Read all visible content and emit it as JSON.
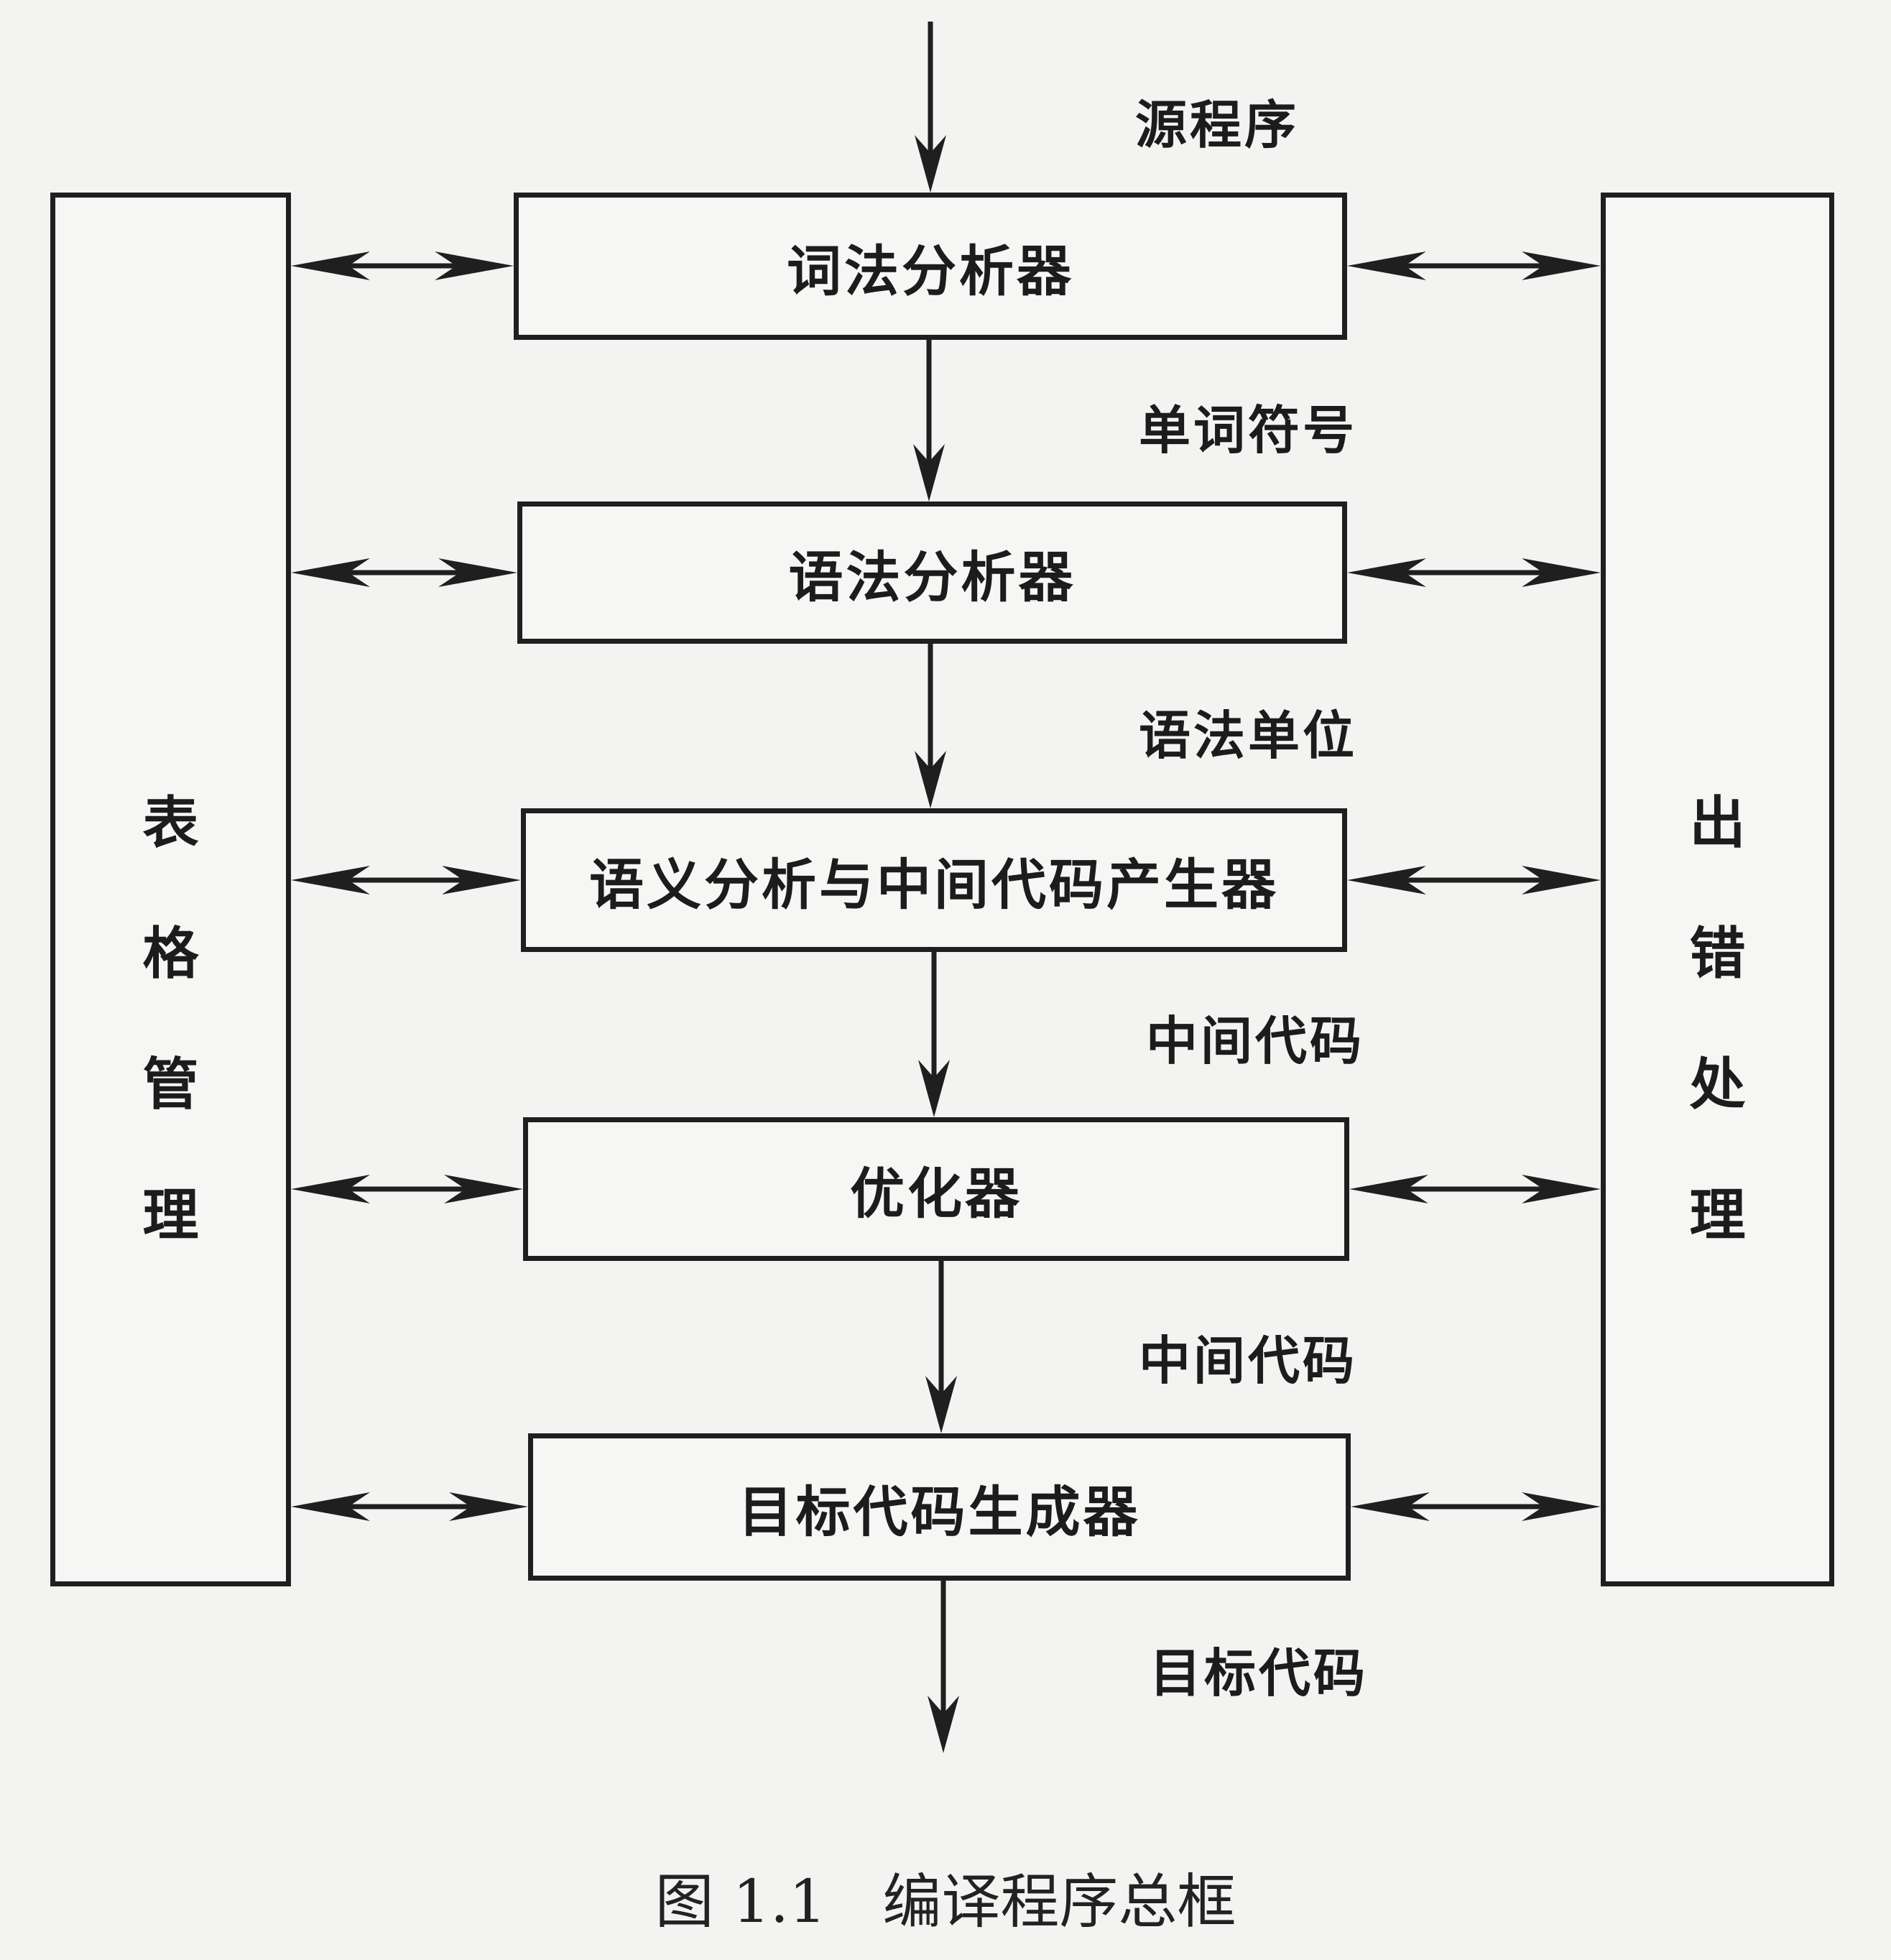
{
  "diagram": {
    "input_label": "源程序",
    "stages": [
      {
        "label": "词法分析器",
        "output": "单词符号"
      },
      {
        "label": "语法分析器",
        "output": "语法单位"
      },
      {
        "label": "语义分析与中间代码产生器",
        "output": "中间代码"
      },
      {
        "label": "优化器",
        "output": "中间代码"
      },
      {
        "label": "目标代码生成器",
        "output": "目标代码"
      }
    ],
    "left_panel": {
      "chars": [
        "表",
        "格",
        "管",
        "理"
      ]
    },
    "right_panel": {
      "chars": [
        "出",
        "错",
        "处",
        "理"
      ]
    }
  },
  "caption": "图 1.1   编译程序总框"
}
